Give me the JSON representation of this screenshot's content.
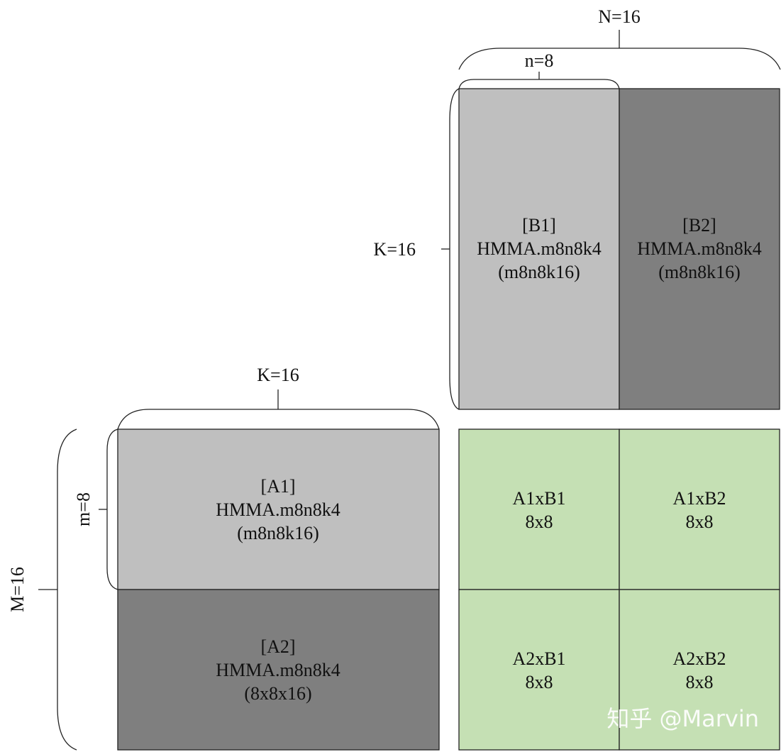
{
  "colors": {
    "light_gray": "#bfbfbf",
    "dark_gray": "#7f7f7f",
    "light_green": "#c5e0b4",
    "stroke": "#222222"
  },
  "labels": {
    "N": "N=16",
    "n": "n=8",
    "K_top": "K=16",
    "K_left": "K=16",
    "M": "M=16",
    "m": "m=8"
  },
  "b_matrix": {
    "b1": {
      "line1": "[B1]",
      "line2": "HMMA.m8n8k4",
      "line3": "(m8n8k16)"
    },
    "b2": {
      "line1": "[B2]",
      "line2": "HMMA.m8n8k4",
      "line3": "(m8n8k16)"
    }
  },
  "a_matrix": {
    "a1": {
      "line1": "[A1]",
      "line2": "HMMA.m8n8k4",
      "line3": "(m8n8k16)"
    },
    "a2": {
      "line1": "[A2]",
      "line2": "HMMA.m8n8k4",
      "line3": "(8x8x16)"
    }
  },
  "c_matrix": {
    "c11": {
      "line1": "A1xB1",
      "line2": "8x8"
    },
    "c12": {
      "line1": "A1xB2",
      "line2": "8x8"
    },
    "c21": {
      "line1": "A2xB1",
      "line2": "8x8"
    },
    "c22": {
      "line1": "A2xB2",
      "line2": "8x8"
    }
  },
  "watermark": {
    "text": "知乎 @Marvin"
  }
}
